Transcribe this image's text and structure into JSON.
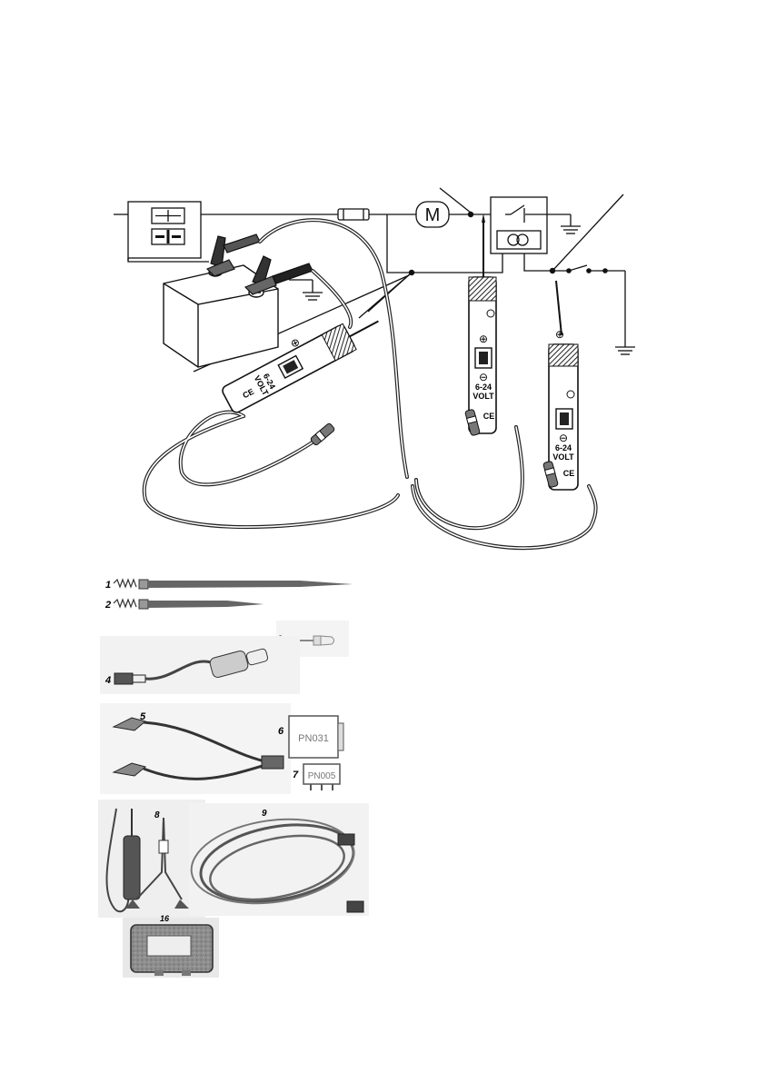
{
  "circuit": {
    "motor_symbol": "M",
    "probes": [
      {
        "range_label": "6-24",
        "unit_label": "VOLT",
        "plus_symbol": "⊕",
        "minus_symbol": "⊖",
        "ce_mark": "CE"
      },
      {
        "range_label": "6-24",
        "unit_label": "VOLT",
        "plus_symbol": "⊕",
        "minus_symbol": "⊖",
        "ce_mark": "CE"
      },
      {
        "range_label": "6-24",
        "unit_label": "VOLT",
        "plus_symbol": "⊕",
        "minus_symbol": "⊖",
        "ce_mark": "CE"
      }
    ]
  },
  "accessories": {
    "items": [
      {
        "number": "1"
      },
      {
        "number": "2"
      },
      {
        "number": "3"
      },
      {
        "number": "4"
      },
      {
        "number": "5"
      },
      {
        "number": "6",
        "text": "PN031"
      },
      {
        "number": "7",
        "text": "PN005"
      },
      {
        "number": "8"
      },
      {
        "number": "9"
      },
      {
        "number": "16"
      }
    ]
  }
}
